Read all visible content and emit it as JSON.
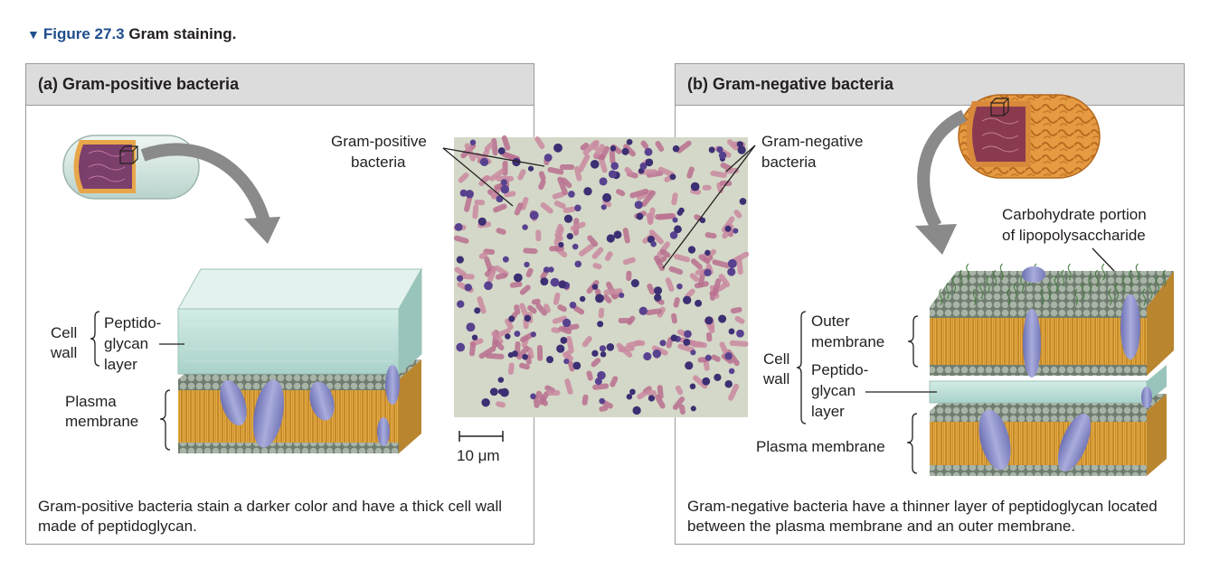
{
  "figure": {
    "number": "Figure 27.3",
    "title": "Gram staining."
  },
  "panel_a": {
    "header": "(a) Gram-positive bacteria",
    "cell_wall_1": "Cell",
    "cell_wall_2": "wall",
    "peptido_1": "Peptido-",
    "peptido_2": "glycan",
    "peptido_3": "layer",
    "plasma_1": "Plasma",
    "plasma_2": "membrane",
    "caption": "Gram-positive bacteria stain a darker color and have a thick cell wall made of peptidoglycan."
  },
  "micrograph": {
    "gram_pos_1": "Gram-positive",
    "gram_pos_2": "bacteria",
    "gram_neg_1": "Gram-negative",
    "gram_neg_2": "bacteria",
    "scale": "10 μm"
  },
  "panel_b": {
    "header": "(b) Gram-negative bacteria",
    "carb_1": "Carbohydrate portion",
    "carb_2": "of lipopolysaccharide",
    "outer_1": "Outer",
    "outer_2": "membrane",
    "cell_wall_1": "Cell",
    "cell_wall_2": "wall",
    "peptido_1": "Peptido-",
    "peptido_2": "glycan",
    "peptido_3": "layer",
    "plasma": "Plasma membrane",
    "caption": "Gram-negative bacteria have a thinner layer of peptidoglycan located between the plasma membrane and an outer membrane."
  },
  "colors": {
    "accent": "#1f4e8c",
    "header_bg": "#dcdcdc",
    "peptidoglycan": "#bfe0d9",
    "lipid_tail": "#e0a93c",
    "lipid_head": "#8d9a8c",
    "protein": "#8c90c9"
  }
}
